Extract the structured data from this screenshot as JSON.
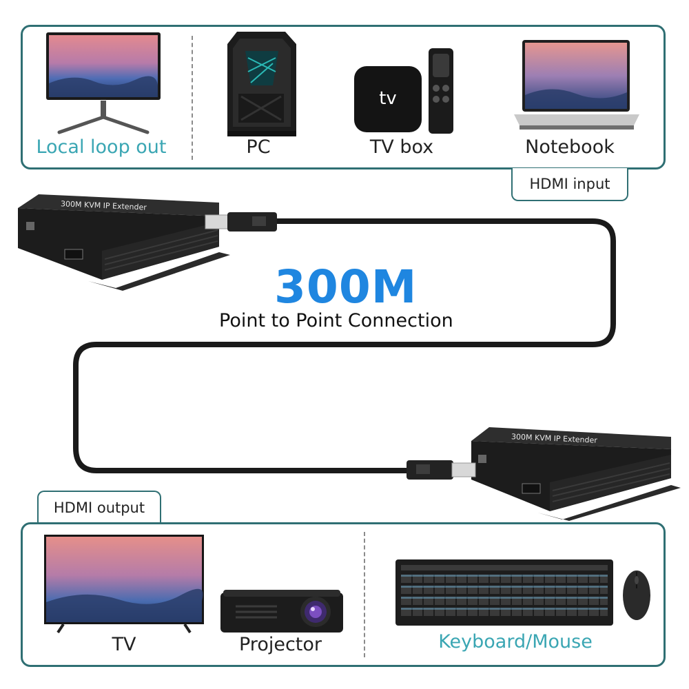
{
  "top_panel": {
    "items": [
      {
        "label": "Local loop out",
        "icon": "monitor-icon"
      },
      {
        "label": "PC",
        "icon": "pc-tower-icon"
      },
      {
        "label": "TV box",
        "icon": "tv-box-icon",
        "box_text": "tv"
      },
      {
        "label": "Notebook",
        "icon": "notebook-icon"
      }
    ],
    "tab": "HDMI input"
  },
  "center": {
    "headline": "300M",
    "subtitle": "Point to Point Connection"
  },
  "extenders": {
    "receiver_text": "300M KVM IP Extender",
    "transmitter_text": "300M KVM IP Extender"
  },
  "bottom_panel": {
    "tab": "HDMI output",
    "items": [
      {
        "label": "TV",
        "icon": "tv-icon"
      },
      {
        "label": "Projector",
        "icon": "projector-icon"
      },
      {
        "label": "Keyboard/Mouse",
        "icon": "keyboard-mouse-icon"
      }
    ]
  },
  "colors": {
    "panel_border": "#2f6f73",
    "accent_teal": "#3aa6b3",
    "headline_blue": "#1f86e0"
  }
}
